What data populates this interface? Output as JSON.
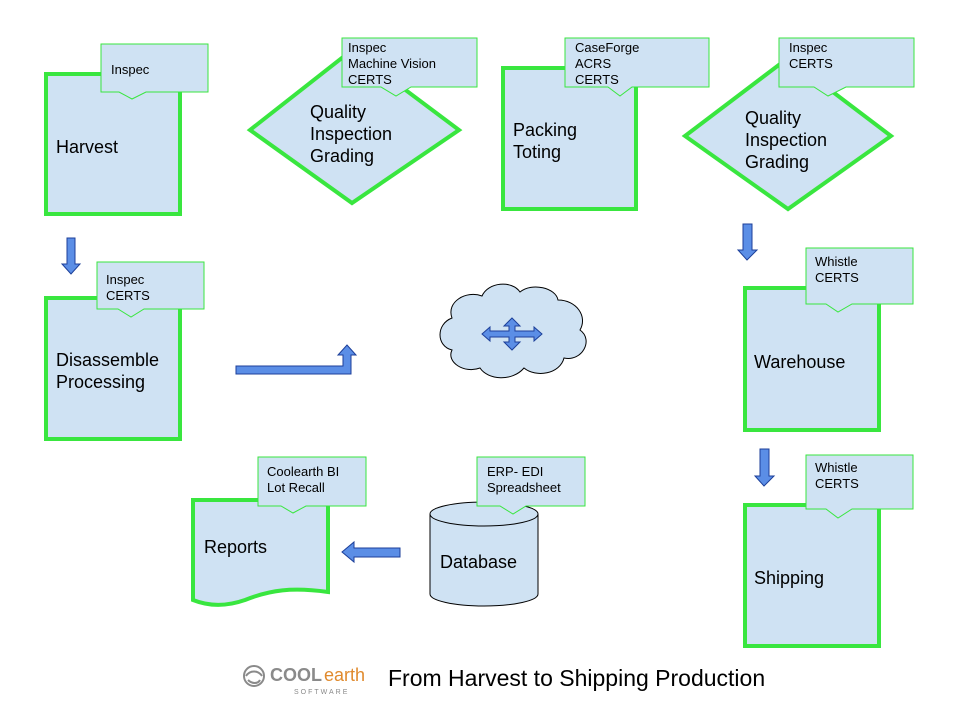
{
  "diagram": {
    "process_boxes": {
      "harvest": "Harvest",
      "disassemble": [
        "Disassemble",
        "Processing"
      ],
      "packing": [
        "Packing",
        "Toting"
      ],
      "warehouse": "Warehouse",
      "shipping": "Shipping",
      "reports": "Reports",
      "database": "Database"
    },
    "decisions": {
      "quality_1": [
        "Quality",
        "Inspection",
        "Grading"
      ],
      "quality_2": [
        "Quality",
        "Inspection",
        "Grading"
      ]
    },
    "callouts": {
      "harvest": [
        "Inspec"
      ],
      "quality_1": [
        "Inspec",
        "Machine Vision",
        "CERTS"
      ],
      "packing": [
        "CaseForge",
        "ACRS",
        "CERTS"
      ],
      "quality_2": [
        "Inspec",
        "CERTS"
      ],
      "disassemble": [
        "Inspec",
        "CERTS"
      ],
      "warehouse": [
        "Whistle",
        "CERTS"
      ],
      "shipping": [
        "Whistle",
        "CERTS"
      ],
      "reports": [
        "Coolearth BI",
        "Lot Recall"
      ],
      "database": [
        "ERP- EDI",
        "Spreadsheet"
      ]
    }
  },
  "footer": {
    "logo_word_cool": "COOL",
    "logo_word_earth": "earth",
    "logo_sub": "SOFTWARE",
    "title": "From Harvest to Shipping Production"
  },
  "colors": {
    "box_fill": "#cfe2f3",
    "box_stroke": "#39e63f",
    "callout_fill": "#cfe2f3",
    "callout_stroke": "#39e63f",
    "arrow_fill": "#5b8ee6",
    "arrow_stroke": "#1c3f99",
    "logo_gray": "#8a8a8a",
    "logo_orange": "#e08a2d"
  }
}
